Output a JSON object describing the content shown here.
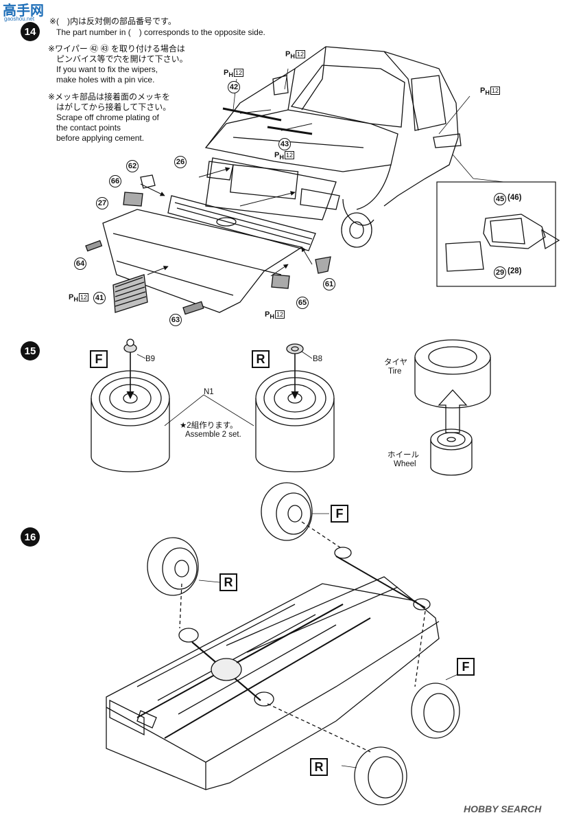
{
  "watermark": {
    "top_text": "高手网",
    "top_sub": "gaoshou.net",
    "bottom_text": "HOBBY SEARCH"
  },
  "step14": {
    "number": "14",
    "notes": [
      "※(　)内は反対側の部品番号です。",
      "The part number in (　) corresponds to the opposite side.",
      "※ワイパー ㊷ ㊸ を取り付ける場合は",
      "ピンバイス等で穴を開けて下さい。",
      "If you want to fix the wipers,",
      "make holes with a pin vice.",
      "※メッキ部品は接着面のメッキを",
      "はがしてから接着して下さい。",
      "Scrape off chrome plating of",
      "the contact points",
      "before applying cement."
    ],
    "parts": {
      "p26": "26",
      "p27": "27",
      "p41": "41",
      "p42": "42",
      "p43": "43",
      "p45": "45",
      "p46": "46",
      "p28": "28",
      "p29": "29",
      "p61": "61",
      "p62": "62",
      "p63": "63",
      "p64": "64",
      "p65": "65",
      "p66": "66"
    },
    "ph_prefix": "P",
    "ph_sub": "H",
    "ph_number": "12"
  },
  "step15": {
    "number": "15",
    "front_label": "F",
    "rear_label": "R",
    "b9": "B9",
    "b8": "B8",
    "n1": "N1",
    "assemble_jp": "★2組作ります。",
    "assemble_en": "Assemble 2 set.",
    "tire_jp": "タイヤ",
    "tire_en": "Tire",
    "wheel_jp": "ホイール",
    "wheel_en": "Wheel"
  },
  "step16": {
    "number": "16",
    "labels": [
      "F",
      "R",
      "F",
      "R"
    ]
  }
}
